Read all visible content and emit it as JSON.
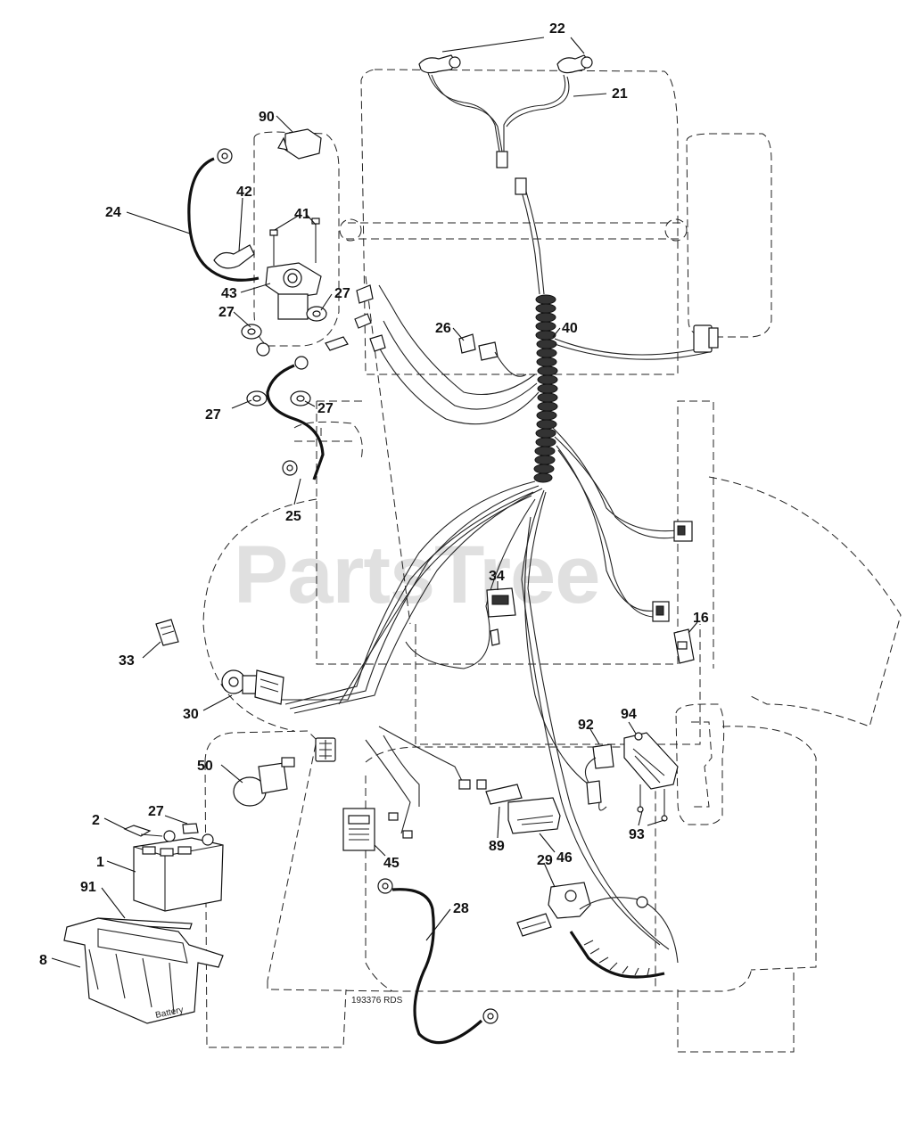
{
  "watermark": "PartsTree",
  "drawing_code": "193376 RDS",
  "battery_note": "Battery",
  "callouts": [
    {
      "id": "c22",
      "label": "22"
    },
    {
      "id": "c21",
      "label": "21"
    },
    {
      "id": "c90",
      "label": "90"
    },
    {
      "id": "c24",
      "label": "24"
    },
    {
      "id": "c42",
      "label": "42"
    },
    {
      "id": "c41",
      "label": "41"
    },
    {
      "id": "c43",
      "label": "43"
    },
    {
      "id": "c27a",
      "label": "27"
    },
    {
      "id": "c27b",
      "label": "27"
    },
    {
      "id": "c27c",
      "label": "27"
    },
    {
      "id": "c27d",
      "label": "27"
    },
    {
      "id": "c26",
      "label": "26"
    },
    {
      "id": "c40",
      "label": "40"
    },
    {
      "id": "c25",
      "label": "25"
    },
    {
      "id": "c34",
      "label": "34"
    },
    {
      "id": "c16",
      "label": "16"
    },
    {
      "id": "c33",
      "label": "33"
    },
    {
      "id": "c30",
      "label": "30"
    },
    {
      "id": "c92",
      "label": "92"
    },
    {
      "id": "c94",
      "label": "94"
    },
    {
      "id": "c50",
      "label": "50"
    },
    {
      "id": "c93",
      "label": "93"
    },
    {
      "id": "c2",
      "label": "2"
    },
    {
      "id": "c27e",
      "label": "27"
    },
    {
      "id": "c89",
      "label": "89"
    },
    {
      "id": "c46",
      "label": "46"
    },
    {
      "id": "c29",
      "label": "29"
    },
    {
      "id": "c1",
      "label": "1"
    },
    {
      "id": "c45",
      "label": "45"
    },
    {
      "id": "c91",
      "label": "91"
    },
    {
      "id": "c28",
      "label": "28"
    },
    {
      "id": "c8",
      "label": "8"
    }
  ]
}
